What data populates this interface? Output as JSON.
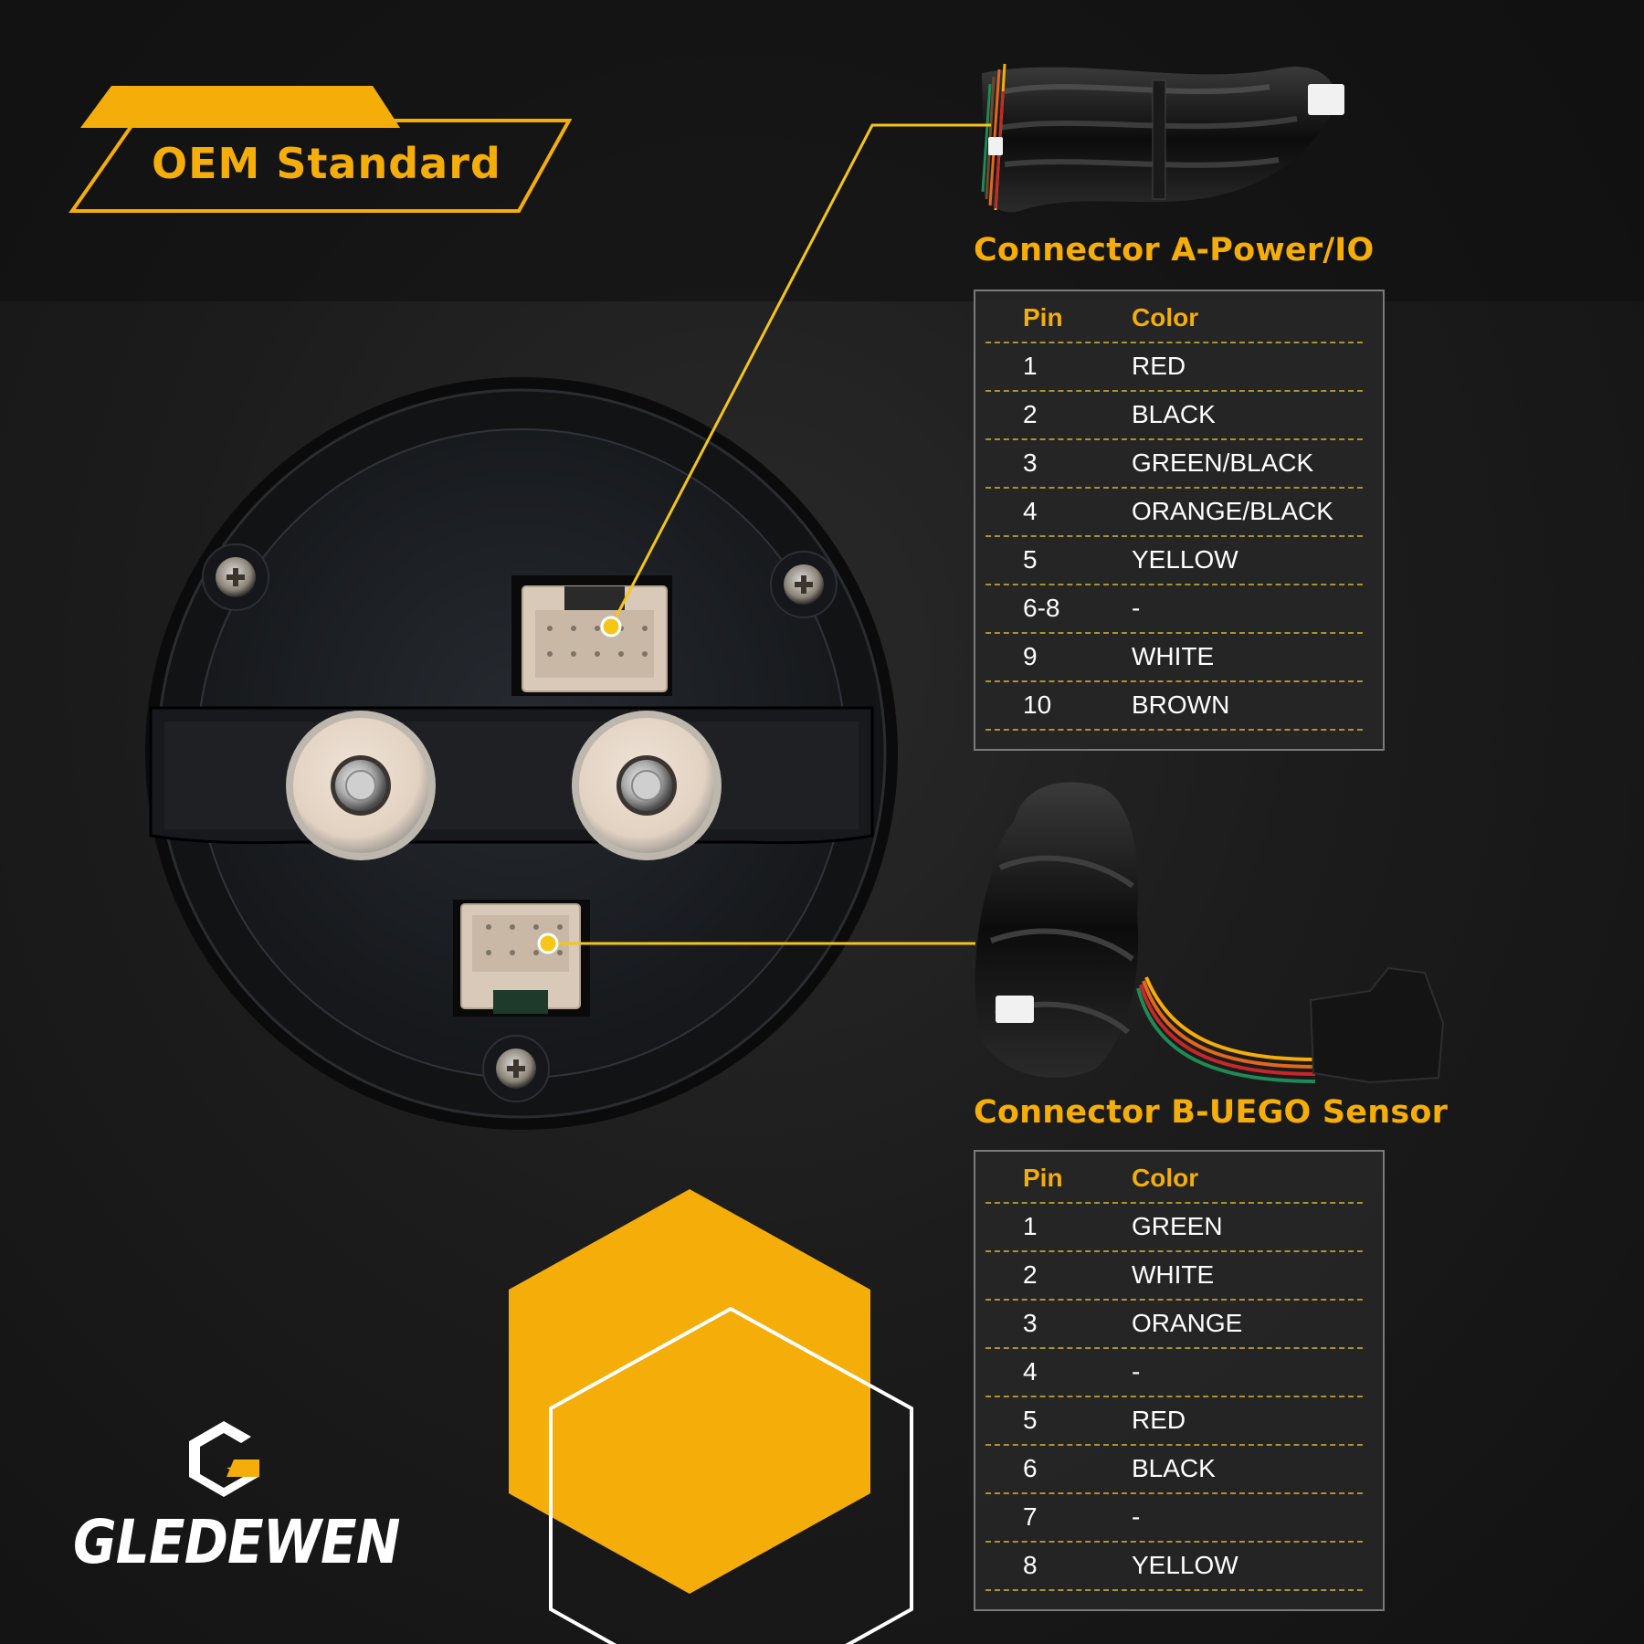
{
  "badge": {
    "label": "OEM Standard"
  },
  "brand": {
    "name": "GLEDEWEN",
    "logo_icon": "hexagon-g-logo-icon"
  },
  "colors": {
    "accent": "#f5ad0a",
    "background": "#1c1c1c",
    "table_border": "#7a7a7a",
    "divider": "#a8952e",
    "text": "#ffffff"
  },
  "connector_a": {
    "title": "Connector A-Power/IO",
    "headers": {
      "pin": "Pin",
      "color": "Color"
    },
    "rows": [
      {
        "pin": "1",
        "color": "RED"
      },
      {
        "pin": "2",
        "color": "BLACK"
      },
      {
        "pin": "3",
        "color": "GREEN/BLACK"
      },
      {
        "pin": "4",
        "color": "ORANGE/BLACK"
      },
      {
        "pin": "5",
        "color": "YELLOW"
      },
      {
        "pin": "6-8",
        "color": "-"
      },
      {
        "pin": "9",
        "color": "WHITE"
      },
      {
        "pin": "10",
        "color": "BROWN"
      }
    ]
  },
  "connector_b": {
    "title": "Connector B-UEGO Sensor",
    "headers": {
      "pin": "Pin",
      "color": "Color"
    },
    "rows": [
      {
        "pin": "1",
        "color": "GREEN"
      },
      {
        "pin": "2",
        "color": "WHITE"
      },
      {
        "pin": "3",
        "color": "ORANGE"
      },
      {
        "pin": "4",
        "color": "-"
      },
      {
        "pin": "5",
        "color": "RED"
      },
      {
        "pin": "6",
        "color": "BLACK"
      },
      {
        "pin": "7",
        "color": "-"
      },
      {
        "pin": "8",
        "color": "YELLOW"
      }
    ]
  }
}
